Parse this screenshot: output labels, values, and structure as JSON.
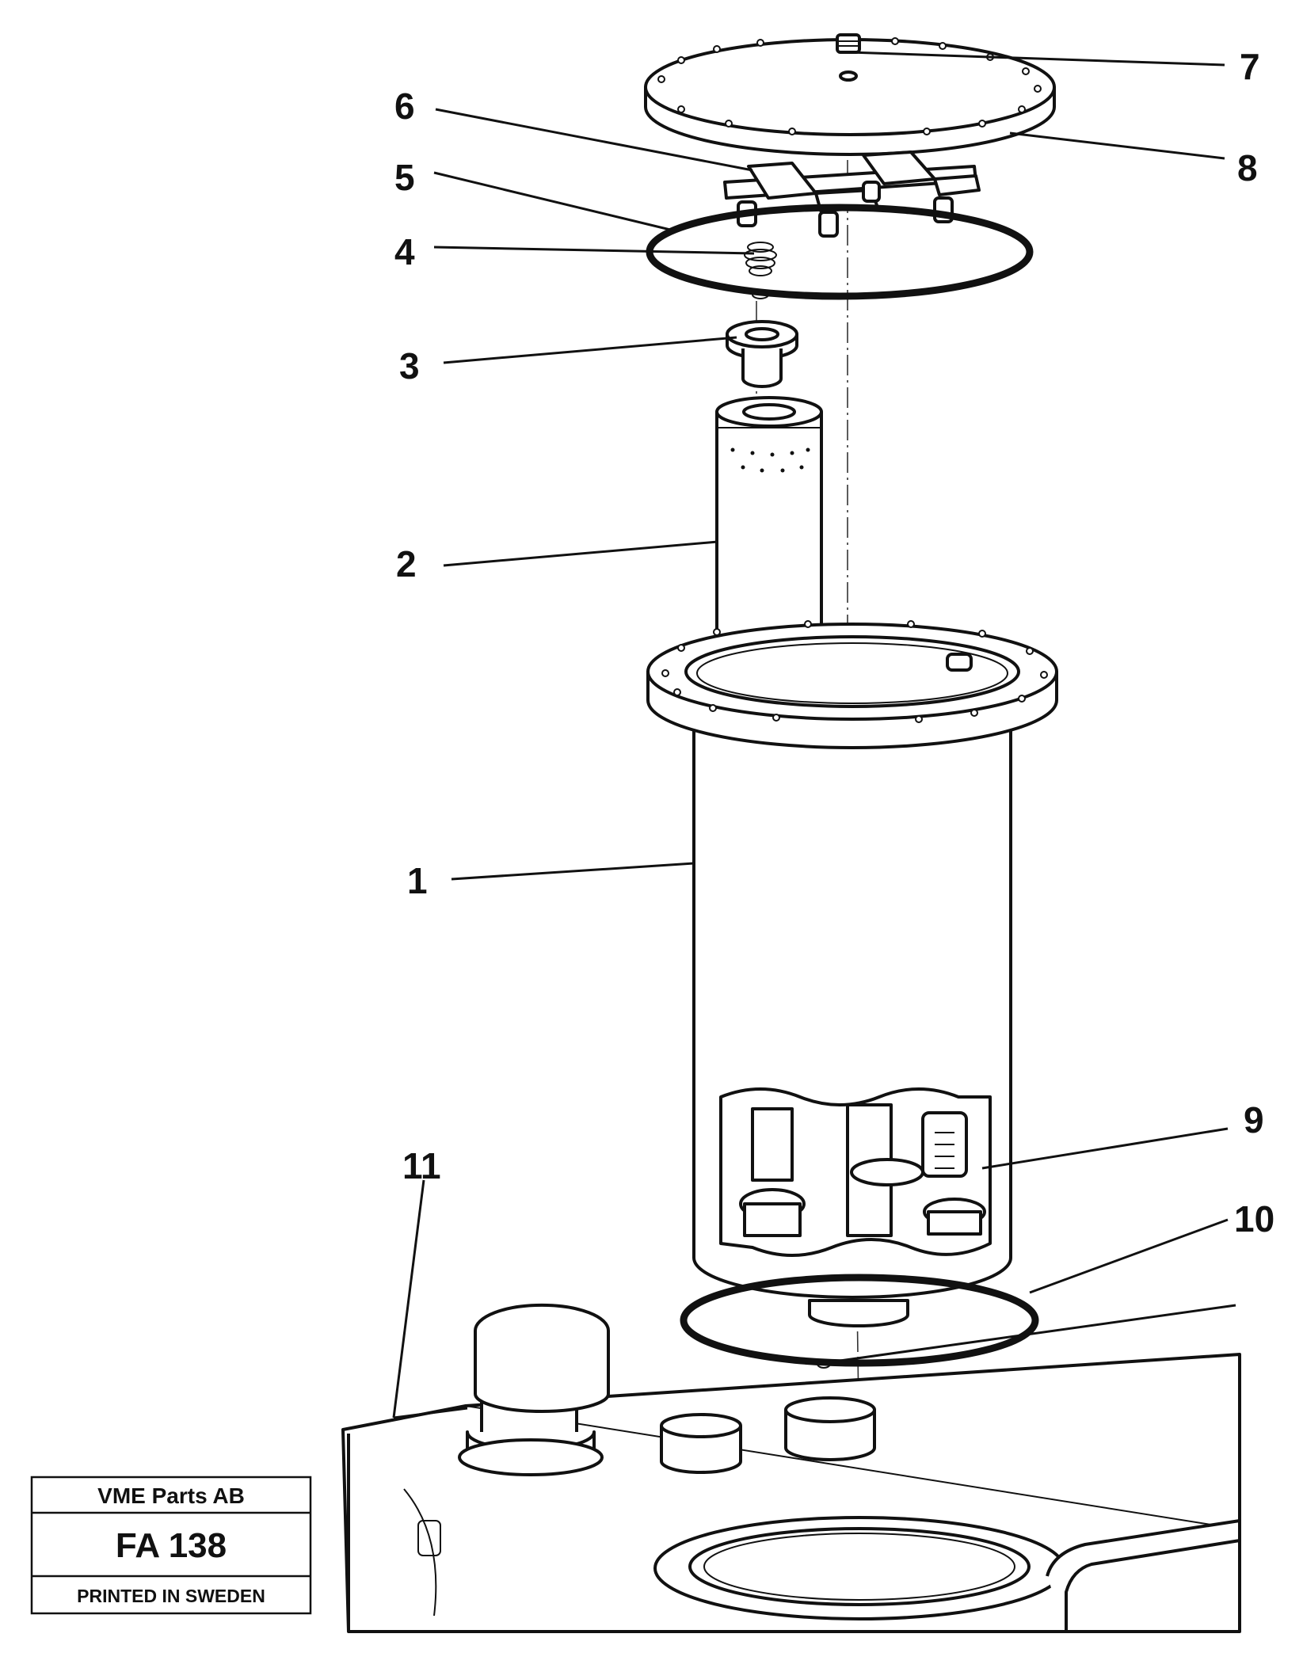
{
  "callouts": [
    {
      "id": "1",
      "label": "1"
    },
    {
      "id": "2",
      "label": "2"
    },
    {
      "id": "3",
      "label": "3"
    },
    {
      "id": "4",
      "label": "4"
    },
    {
      "id": "5",
      "label": "5"
    },
    {
      "id": "6",
      "label": "6"
    },
    {
      "id": "7",
      "label": "7"
    },
    {
      "id": "8",
      "label": "8"
    },
    {
      "id": "9",
      "label": "9"
    },
    {
      "id": "10",
      "label": "10"
    },
    {
      "id": "11",
      "label": "11"
    }
  ],
  "stamp": {
    "company": "VME Parts AB",
    "code": "FA 138",
    "footer": "PRINTED IN SWEDEN"
  }
}
